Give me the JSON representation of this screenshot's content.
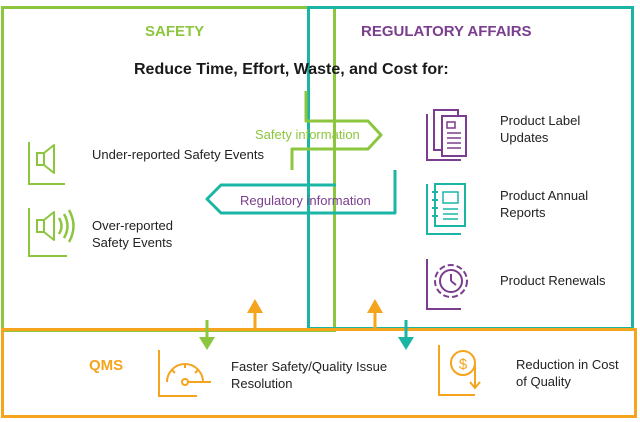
{
  "sections": {
    "safety": {
      "title": "SAFETY",
      "items": [
        {
          "label": "Under-reported Safety Events",
          "icon": "speaker-low-icon"
        },
        {
          "label": "Over-reported Safety Events",
          "icon": "speaker-loud-icon"
        }
      ]
    },
    "regulatory": {
      "title": "REGULATORY AFFAIRS",
      "items": [
        {
          "label": "Product Label Updates",
          "icon": "document-stack-icon"
        },
        {
          "label": "Product Annual Reports",
          "icon": "report-book-icon"
        },
        {
          "label": "Product Renewals",
          "icon": "gear-clock-icon"
        }
      ]
    },
    "qms": {
      "title": "QMS",
      "items": [
        {
          "label": "Faster Safety/Quality Issue Resolution",
          "icon": "speedometer-icon"
        },
        {
          "label": "Reduction in Cost of Quality",
          "icon": "cost-down-icon"
        }
      ]
    }
  },
  "heading": "Reduce Time, Effort, Waste, and Cost for:",
  "flows": {
    "safety_to_regulatory": "Safety information",
    "regulatory_to_safety": "Regulatory information"
  },
  "colors": {
    "safety": "#8cc63f",
    "regulatory": "#1bb5a6",
    "regulatory_text": "#7b3d8e",
    "qms": "#f5a41d"
  }
}
